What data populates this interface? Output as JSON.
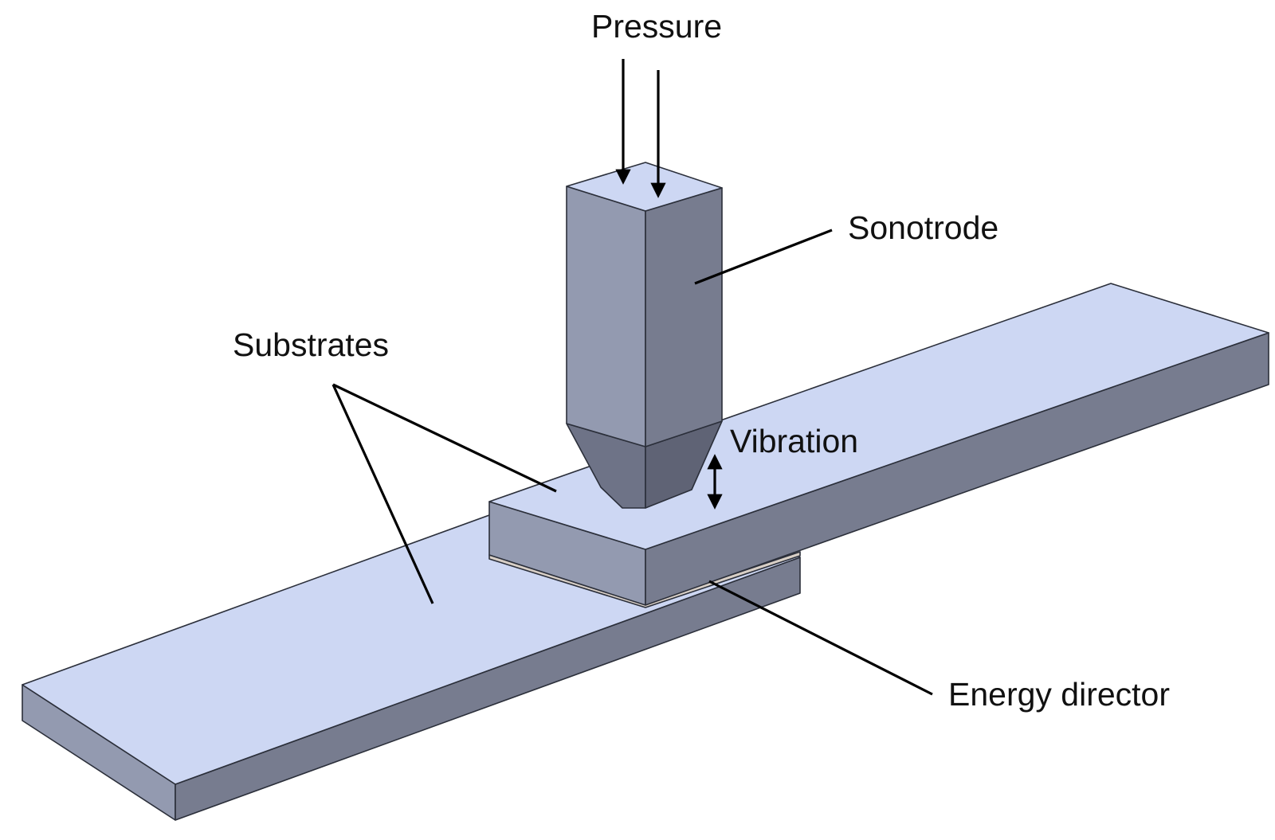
{
  "labels": {
    "pressure": "Pressure",
    "sonotrode": "Sonotrode",
    "substrates": "Substrates",
    "vibration": "Vibration",
    "energy_director": "Energy director"
  },
  "colors": {
    "top_face": "#cdd7f3",
    "left_face": "#939ab0",
    "right_face": "#777c8f",
    "cone_left": "#6e7387",
    "cone_right": "#5f6375",
    "energy_director": "#d8cfc6",
    "arrow": "#000000",
    "text": "#111111"
  }
}
